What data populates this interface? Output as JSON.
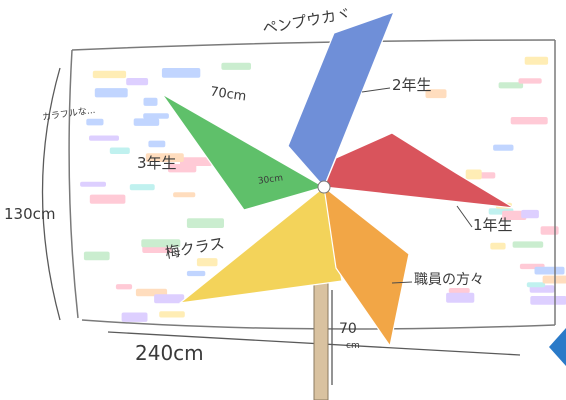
{
  "labels": {
    "title": "ペンプウカヾ",
    "grade2": "2年生",
    "grade3": "3年生",
    "width_top": "70cm",
    "center": "30cm",
    "grade1": "1年生",
    "ura_class": "梅クラス",
    "staff": "職員の方々",
    "colorful": "カラフルな...",
    "height": "130cm",
    "board_width": "240cm",
    "pole_height": "70",
    "pole_unit": "cm"
  },
  "colors": {
    "blue": "#6f8fd8",
    "red": "#d9545c",
    "green": "#5fc06a",
    "yellow": "#f3d35a",
    "orange": "#f2a646",
    "pole": "#d9c2a0",
    "ink": "#3a3a3a",
    "nav_arrow": "#2a7ac8"
  },
  "navigation": {
    "arrow_icon": "chevron-left-icon"
  }
}
